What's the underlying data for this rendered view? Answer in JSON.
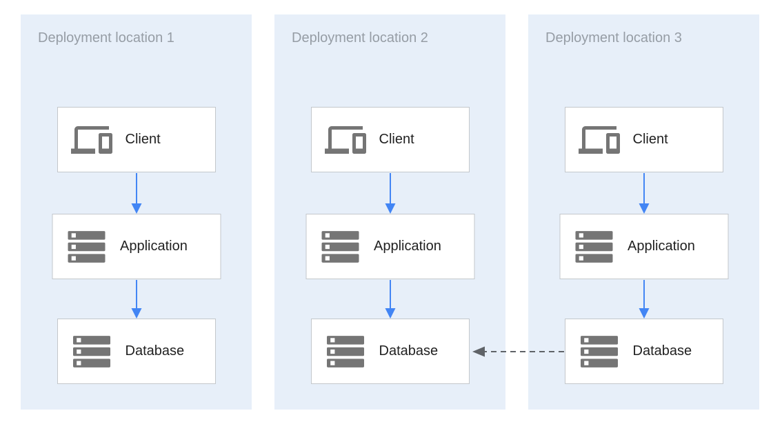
{
  "colors": {
    "page_bg": "#ffffff",
    "panel_bg": "#e7eff9",
    "box_bg": "#ffffff",
    "box_border": "#c3c7cb",
    "panel_title": "#969da5",
    "node_label": "#212121",
    "icon_gray": "#757575",
    "arrow_blue": "#4285f4",
    "arrow_gray": "#5f6368"
  },
  "panels": [
    {
      "title": "Deployment location 1",
      "nodes": [
        {
          "label": "Client",
          "icon": "devices-icon"
        },
        {
          "label": "Application",
          "icon": "storage-icon"
        },
        {
          "label": "Database",
          "icon": "storage-icon"
        }
      ]
    },
    {
      "title": "Deployment location 2",
      "nodes": [
        {
          "label": "Client",
          "icon": "devices-icon"
        },
        {
          "label": "Application",
          "icon": "storage-icon"
        },
        {
          "label": "Database",
          "icon": "storage-icon"
        }
      ]
    },
    {
      "title": "Deployment location 3",
      "nodes": [
        {
          "label": "Client",
          "icon": "devices-icon"
        },
        {
          "label": "Application",
          "icon": "storage-icon"
        },
        {
          "label": "Database",
          "icon": "storage-icon"
        }
      ]
    }
  ],
  "connections": [
    {
      "from": "client-1",
      "to": "application-1",
      "style": "solid",
      "color": "#4285f4"
    },
    {
      "from": "application-1",
      "to": "database-1",
      "style": "solid",
      "color": "#4285f4"
    },
    {
      "from": "client-2",
      "to": "application-2",
      "style": "solid",
      "color": "#4285f4"
    },
    {
      "from": "application-2",
      "to": "database-2",
      "style": "solid",
      "color": "#4285f4"
    },
    {
      "from": "client-3",
      "to": "application-3",
      "style": "solid",
      "color": "#4285f4"
    },
    {
      "from": "application-3",
      "to": "database-3",
      "style": "solid",
      "color": "#4285f4"
    },
    {
      "from": "database-3",
      "to": "database-2",
      "style": "dashed",
      "color": "#5f6368"
    }
  ]
}
